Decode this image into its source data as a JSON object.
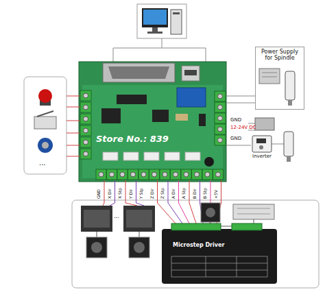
{
  "diagram": {
    "nodes": [
      {
        "text": [
          "Power Supply for Spindle"
        ]
      },
      {
        "text": [
          "Inverter"
        ]
      }
    ],
    "labels": [
      "...",
      "Store No.: 839",
      "GND",
      "12-24V DC",
      "GND",
      "GND",
      "X Dir",
      "X Stp",
      "Y Dir",
      "Y Stp",
      "Z Dir",
      "Z Stp",
      "A Dir",
      "A Stp",
      "B Dir",
      "B Stp",
      "+5V",
      "...",
      "Microstep Driver"
    ]
  }
}
